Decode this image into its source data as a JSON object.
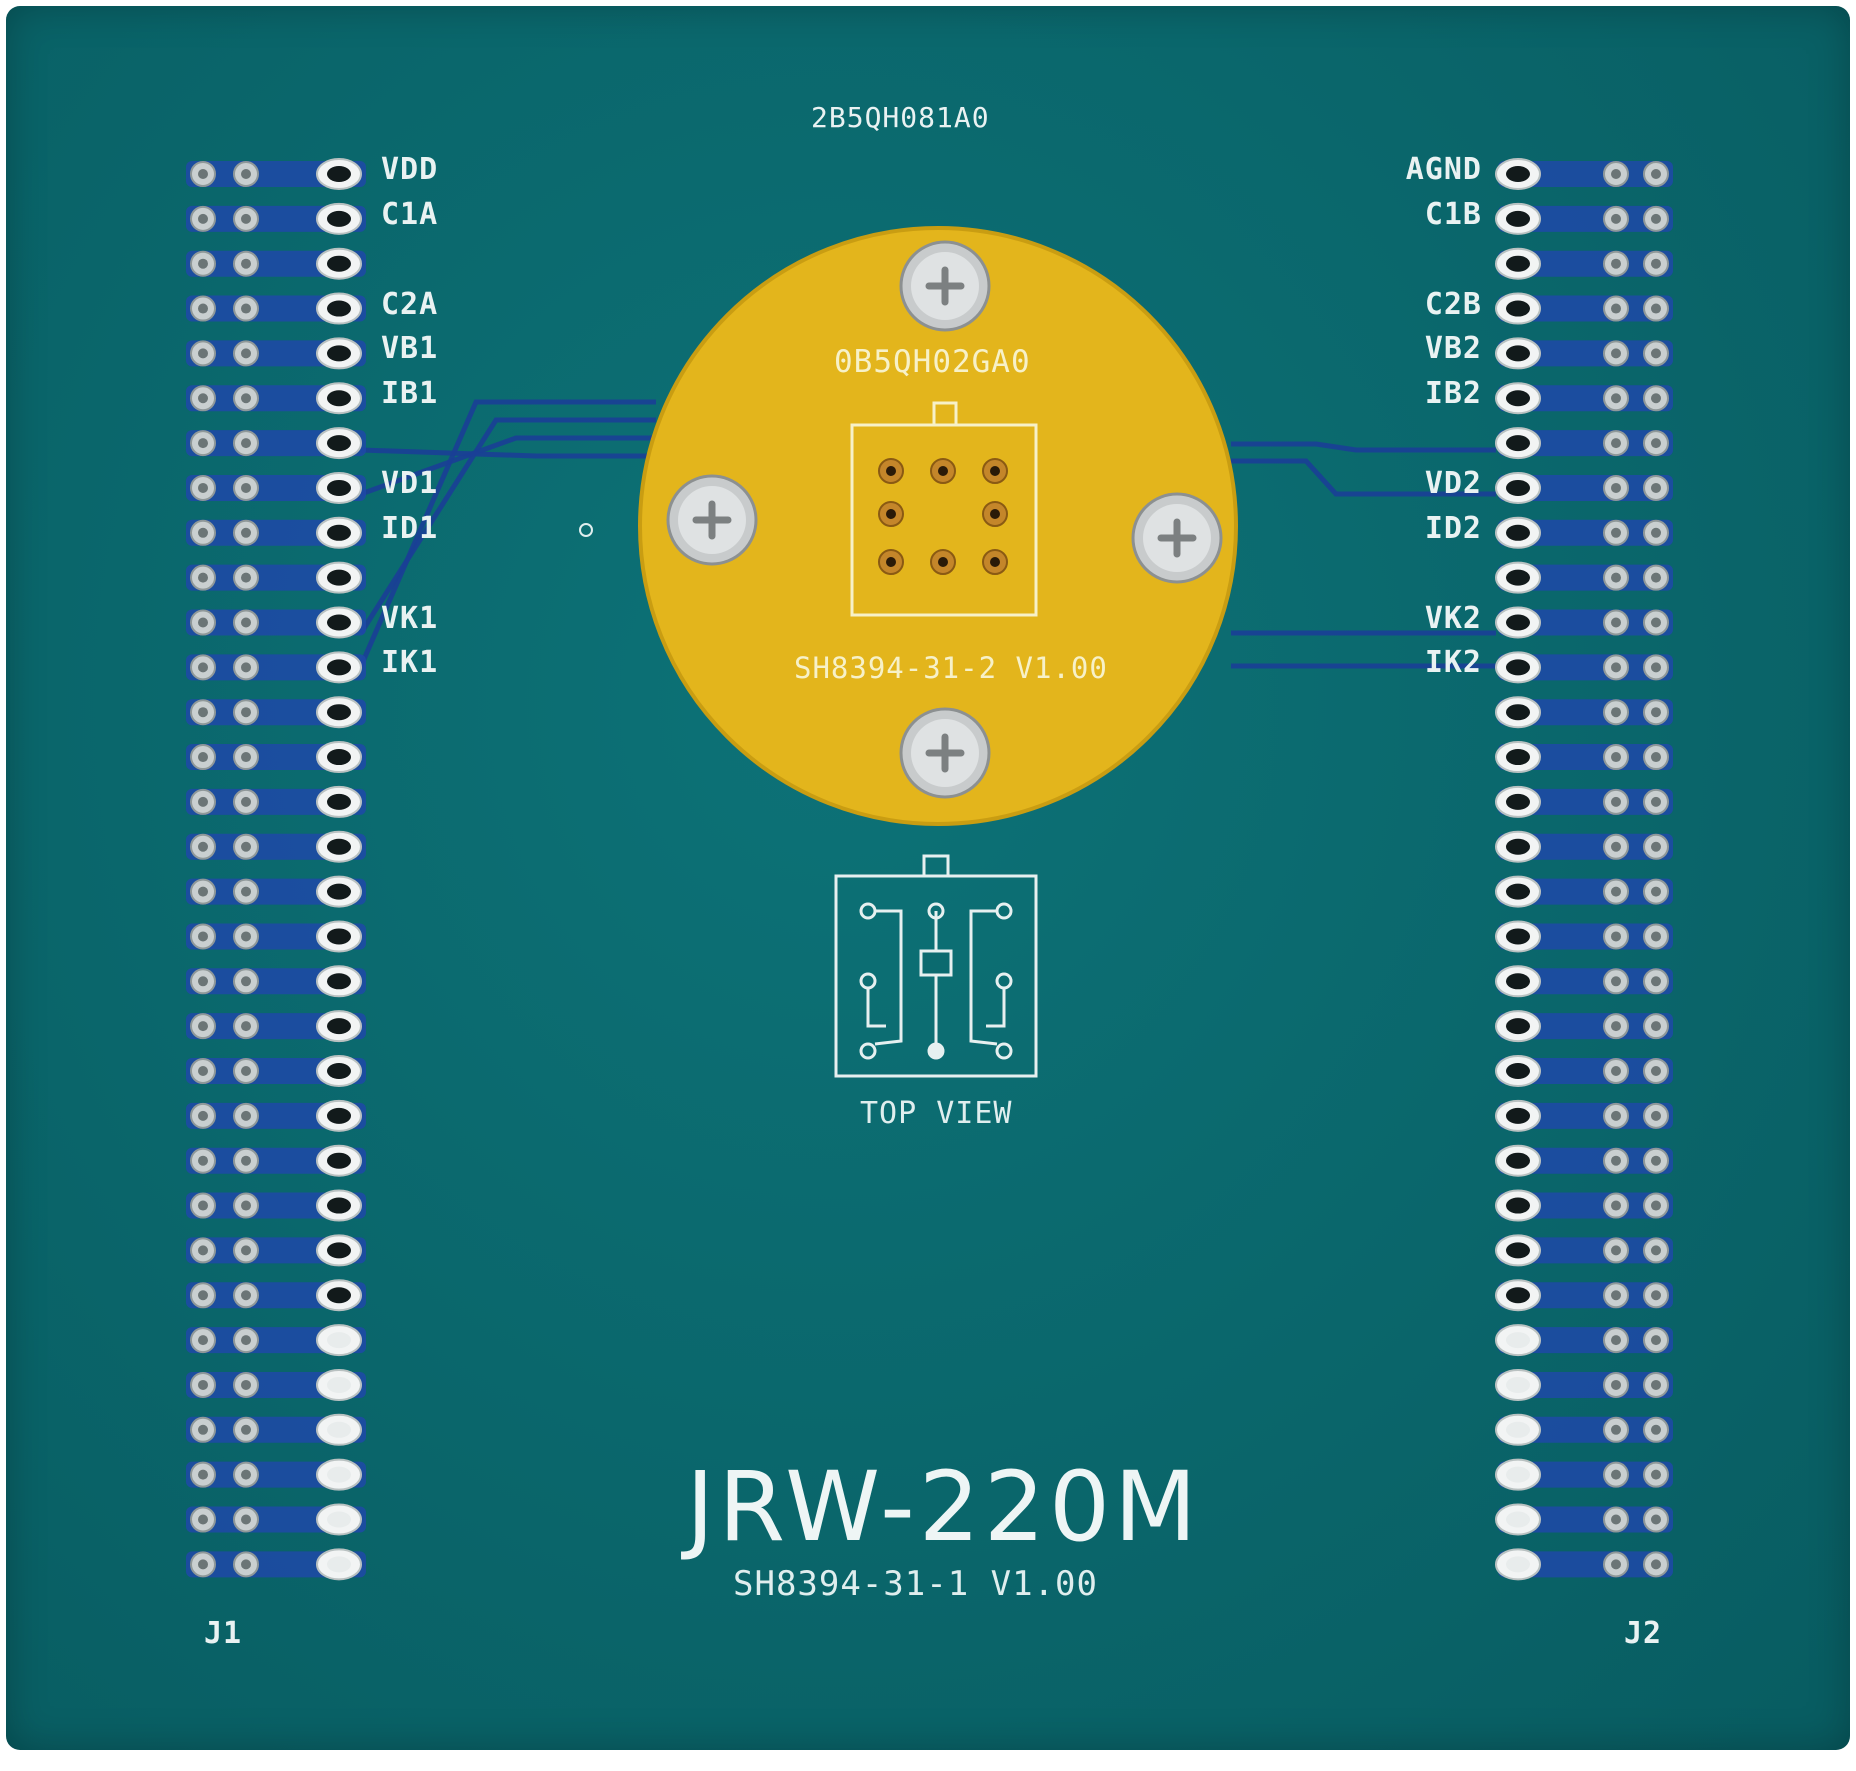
{
  "board": {
    "id_code": "2B5QH081A0",
    "colors": {
      "substrate": "#0b6a6f",
      "copper_trace": "#1f49a8",
      "silkscreen": "#e9f2f2",
      "socket_disc": "#e3b51c",
      "socket_silk": "#f7f1c8"
    }
  },
  "connectors": {
    "j1": {
      "designator": "J1",
      "pins_per_row": 32,
      "labels": [
        {
          "row": 1,
          "text": "VDD"
        },
        {
          "row": 2,
          "text": "C1A"
        },
        {
          "row": 4,
          "text": "C2A"
        },
        {
          "row": 5,
          "text": "VB1"
        },
        {
          "row": 6,
          "text": "IB1"
        },
        {
          "row": 8,
          "text": "VD1"
        },
        {
          "row": 9,
          "text": "ID1"
        },
        {
          "row": 11,
          "text": "VK1"
        },
        {
          "row": 12,
          "text": "IK1"
        }
      ]
    },
    "j2": {
      "designator": "J2",
      "pins_per_row": 32,
      "labels": [
        {
          "row": 1,
          "text": "AGND"
        },
        {
          "row": 2,
          "text": "C1B"
        },
        {
          "row": 4,
          "text": "C2B"
        },
        {
          "row": 5,
          "text": "VB2"
        },
        {
          "row": 6,
          "text": "IB2"
        },
        {
          "row": 8,
          "text": "VD2"
        },
        {
          "row": 9,
          "text": "ID2"
        },
        {
          "row": 11,
          "text": "VK2"
        },
        {
          "row": 12,
          "text": "IK2"
        }
      ]
    }
  },
  "socket": {
    "id_code": "0B5QH02GA0",
    "version_text": "SH8394-31-2   V1.00",
    "pin_count": 8,
    "screw_count": 4
  },
  "top_view": {
    "label": "TOP VIEW"
  },
  "model": {
    "title": "JRW-220M",
    "subtitle": "SH8394-31-1   V1.00"
  }
}
